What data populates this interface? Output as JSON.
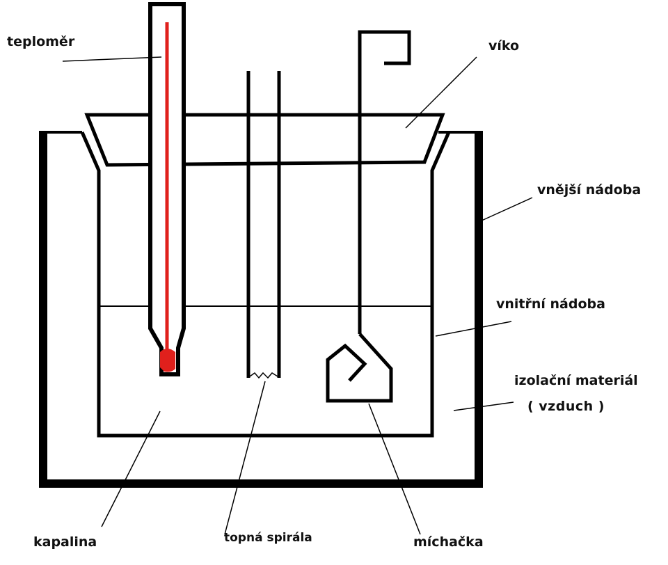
{
  "diagram": {
    "labels": {
      "thermometer": "teploměr",
      "lid": "víko",
      "outer_vessel": "vnější nádoba",
      "inner_vessel": "vnitřní nádoba",
      "insulation_line1": "izolační materiál",
      "insulation_line2": "( vzduch )",
      "liquid": "kapalina",
      "heating_coil": "topná spirála",
      "stirrer": "míchačka"
    },
    "colors": {
      "ink": "#000000",
      "mercury": "#e0201c",
      "background": "#ffffff"
    }
  }
}
